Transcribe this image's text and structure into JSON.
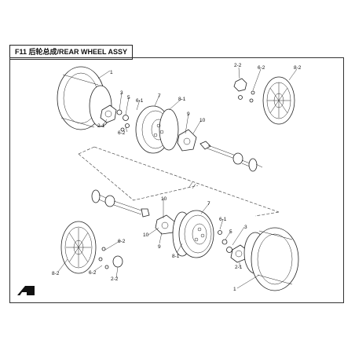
{
  "title": "F11 后轮总成/REAR WHEEL ASSY",
  "labels": {
    "tire_left": "1",
    "hub_left": "2-1",
    "item3_left": "3",
    "item5_left": "5",
    "item61_left": "6-1",
    "item62_left_a": "6-2",
    "item7_left": "7",
    "item81_left": "8-1",
    "item9_left": "9",
    "item10_left": "10",
    "item22_top": "2-2",
    "item62_top": "6-2",
    "item82_top": "8-2",
    "item10_mid": "10",
    "item7_mid": "7",
    "item61_mid": "6-1",
    "item5_mid": "5",
    "item3_mid": "3",
    "item10_mid2": "10",
    "item9_mid": "9",
    "item81_mid": "8-1",
    "item62_bl": "6-2",
    "item82_bl": "8-2",
    "item62_bl2": "6-2",
    "item22_bl": "2-2",
    "hub_right": "2-1",
    "tire_right": "1"
  }
}
